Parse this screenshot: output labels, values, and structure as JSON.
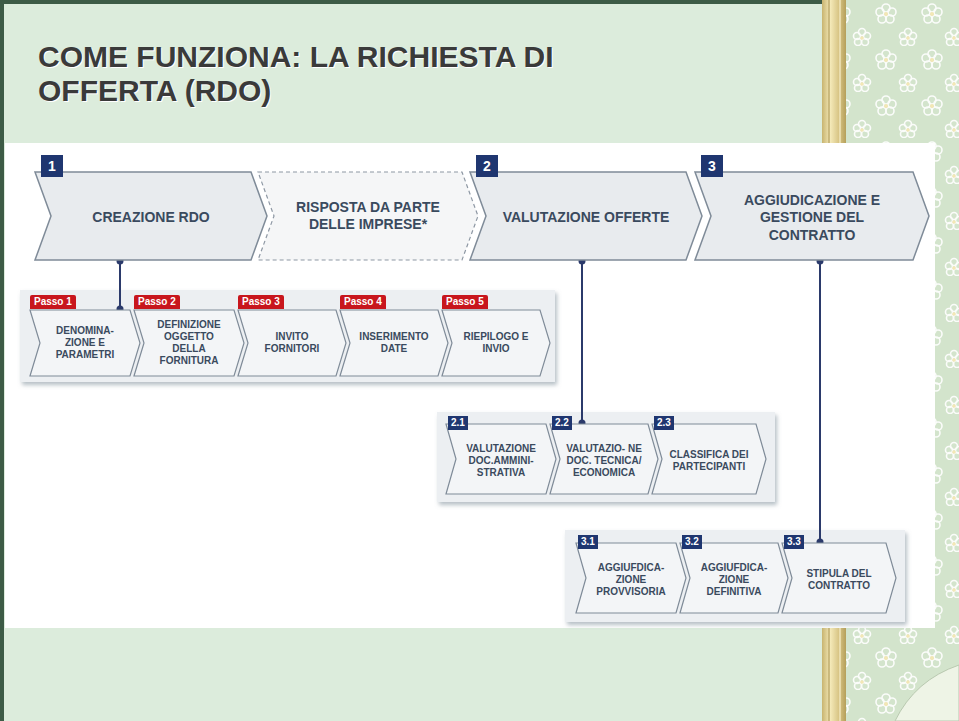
{
  "diagram": {
    "title": "COME FUNZIONA: LA RICHIESTA DI OFFERTA (RDO)",
    "nodes": [
      {
        "text": [
          "1",
          "CREAZIONE RDO"
        ]
      },
      {
        "text": [
          "RISPOSTA DA PARTE DELLE IMPRESE*"
        ]
      },
      {
        "text": [
          "2",
          "VALUTAZIONE OFFERTE"
        ]
      },
      {
        "text": [
          "3",
          "AGGIUDICAZIONE E GESTIONE DEL CONTRATTO"
        ]
      },
      {
        "text": [
          "Passo 1",
          "DENOMINA- ZIONE E PARAMETRI"
        ]
      },
      {
        "text": [
          "Passo 2",
          "DEFINIZIONE OGGETTO DELLA FORNITURA"
        ]
      },
      {
        "text": [
          "Passo 3",
          "INVITO FORNITORI"
        ]
      },
      {
        "text": [
          "Passo 4",
          "INSERIMENTO DATE"
        ]
      },
      {
        "text": [
          "Passo 5",
          "RIEPILOGO E INVIO"
        ]
      },
      {
        "text": [
          "2.1",
          "VALUTAZIONE DOC.AMMINI- STRATIVA"
        ]
      },
      {
        "text": [
          "2.2",
          "VALUTAZIO- NE DOC. TECNICA/ ECONOMICA"
        ]
      },
      {
        "text": [
          "2.3",
          "CLASSIFICA DEI PARTECIPANTI"
        ]
      },
      {
        "text": [
          "3.1",
          "AGGIUFDICA- ZIONE PROVVISORIA"
        ]
      },
      {
        "text": [
          "3.2",
          "AGGIUFDICA- ZIONE DEFINITIVA"
        ]
      },
      {
        "text": [
          "3.3",
          "STIPULA DEL CONTRATTO"
        ]
      }
    ],
    "edges": [
      {
        "from": 0,
        "to": 4,
        "arrow": "none"
      },
      {
        "from": 2,
        "to": 10,
        "arrow": "none"
      },
      {
        "from": 3,
        "to": 14,
        "arrow": "none"
      }
    ]
  }
}
